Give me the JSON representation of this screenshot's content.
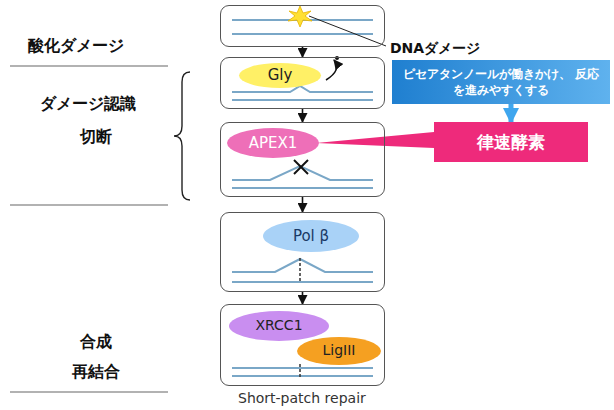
{
  "diagram": {
    "caption": "Short-patch repair",
    "nodes": [
      {
        "text": []
      },
      {
        "text": []
      },
      {
        "text": [
          "Gly"
        ],
        "in": 1
      },
      {
        "text": [
          "ピセアタンノールが働きかけ、 反応を進みやすくする"
        ]
      },
      {
        "text": []
      },
      {
        "text": [
          "APEX1"
        ],
        "in": 4
      },
      {
        "text": [
          "律速酵素"
        ]
      },
      {
        "text": []
      },
      {
        "text": [
          "Pol β"
        ],
        "in": 7
      },
      {
        "text": []
      },
      {
        "text": [
          "XRCC1"
        ],
        "in": 9
      },
      {
        "text": [
          "LigIII"
        ],
        "in": 9
      }
    ],
    "edges": [
      {
        "from": 0,
        "to": 1,
        "arrow": "to"
      },
      {
        "from": 1,
        "to": 4,
        "arrow": "to"
      },
      {
        "from": 4,
        "to": 7,
        "arrow": "to"
      },
      {
        "from": 7,
        "to": 9,
        "arrow": "to"
      },
      {
        "from": 3,
        "to": 6,
        "arrow": "to"
      }
    ],
    "labels": [
      "酸化ダメージ",
      "DNAダメージ",
      "ダメージ認識",
      "切断",
      "合成",
      "再結合"
    ]
  }
}
